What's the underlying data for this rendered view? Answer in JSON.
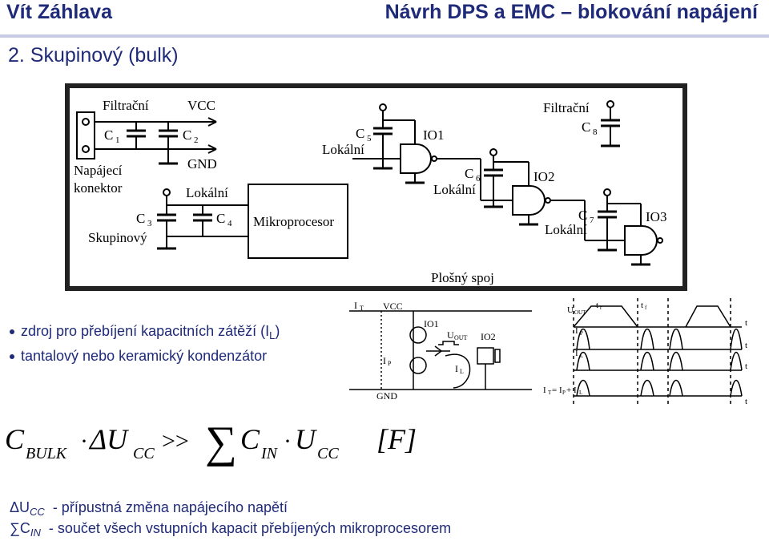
{
  "header": {
    "author": "Vít Záhlava",
    "title": "Návrh DPS a EMC – blokování napájení"
  },
  "subtitle": "2. Skupinový (bulk)",
  "circuit": {
    "filtracni_left": "Filtrační",
    "vcc": "VCC",
    "gnd": "GND",
    "c1": "C",
    "c1_sub": "1",
    "c2": "C",
    "c2_sub": "2",
    "napajeci": "Napájecí",
    "konektor": "konektor",
    "lokalni_c4": "Lokální",
    "c3": "C",
    "c3_sub": "3",
    "c4": "C",
    "c4_sub": "4",
    "skupinovy": "Skupinový",
    "mikroprocesor": "Mikroprocesor",
    "c5": "C",
    "c5_sub": "5",
    "lokalni_c5": "Lokální",
    "io1": "IO1",
    "c6": "C",
    "c6_sub": "6",
    "lokalni_c6": "Lokální",
    "io2": "IO2",
    "filtracni_right": "Filtrační",
    "c8": "C",
    "c8_sub": "8",
    "c7": "C",
    "c7_sub": "7",
    "lokalni_c7": "Lokální",
    "io3": "IO3",
    "plosny_spoj": "Plošný spoj"
  },
  "bullets": [
    {
      "text": "zdroj pro přebíjení kapacitních zátěží (I",
      "sub": "L",
      "end": ")"
    },
    {
      "text": "tantalový nebo keramický kondenzátor"
    }
  ],
  "schematic": {
    "it": "I",
    "it_sub": "T",
    "vcc": "VCC",
    "io1": "IO1",
    "uout": "U",
    "uout_sub": "OUT",
    "io2": "IO2",
    "ip": "I",
    "ip_sub": "P",
    "il": "I",
    "il_sub": "L",
    "gnd": "GND"
  },
  "waveform": {
    "uout": "U",
    "uout_sub": "OUT",
    "tr": "t",
    "tr_sub": "r",
    "tf": "t",
    "tf_sub": "f",
    "ip": "I",
    "ip_sub": "P",
    "il": "I",
    "il_sub": "L",
    "it_eq": "I",
    "it_eq_sub": "T",
    "eq1": "= I",
    "eq1_sub": "P",
    "eq2": "+ I",
    "eq2_sub": "L",
    "t1": "t",
    "t2": "t",
    "t3": "t",
    "t4": "t"
  },
  "formula": {
    "c": "C",
    "bulk": "BULK",
    "dot1": "·",
    "delta_u": "ΔU",
    "cc1": "CC",
    "gg": ">>",
    "sum": "∑",
    "c_in": "C",
    "in": "IN",
    "dot2": "·",
    "u": "U",
    "cc2": "CC",
    "unit": "[F]"
  },
  "legend": [
    {
      "sym": "ΔU",
      "sub": "CC",
      "text": "  - přípustná změna napájecího napětí"
    },
    {
      "sym": "∑C",
      "sub": "IN",
      "text": "  - součet všech vstupních kapacit přebíjených mikroprocesorem"
    }
  ]
}
